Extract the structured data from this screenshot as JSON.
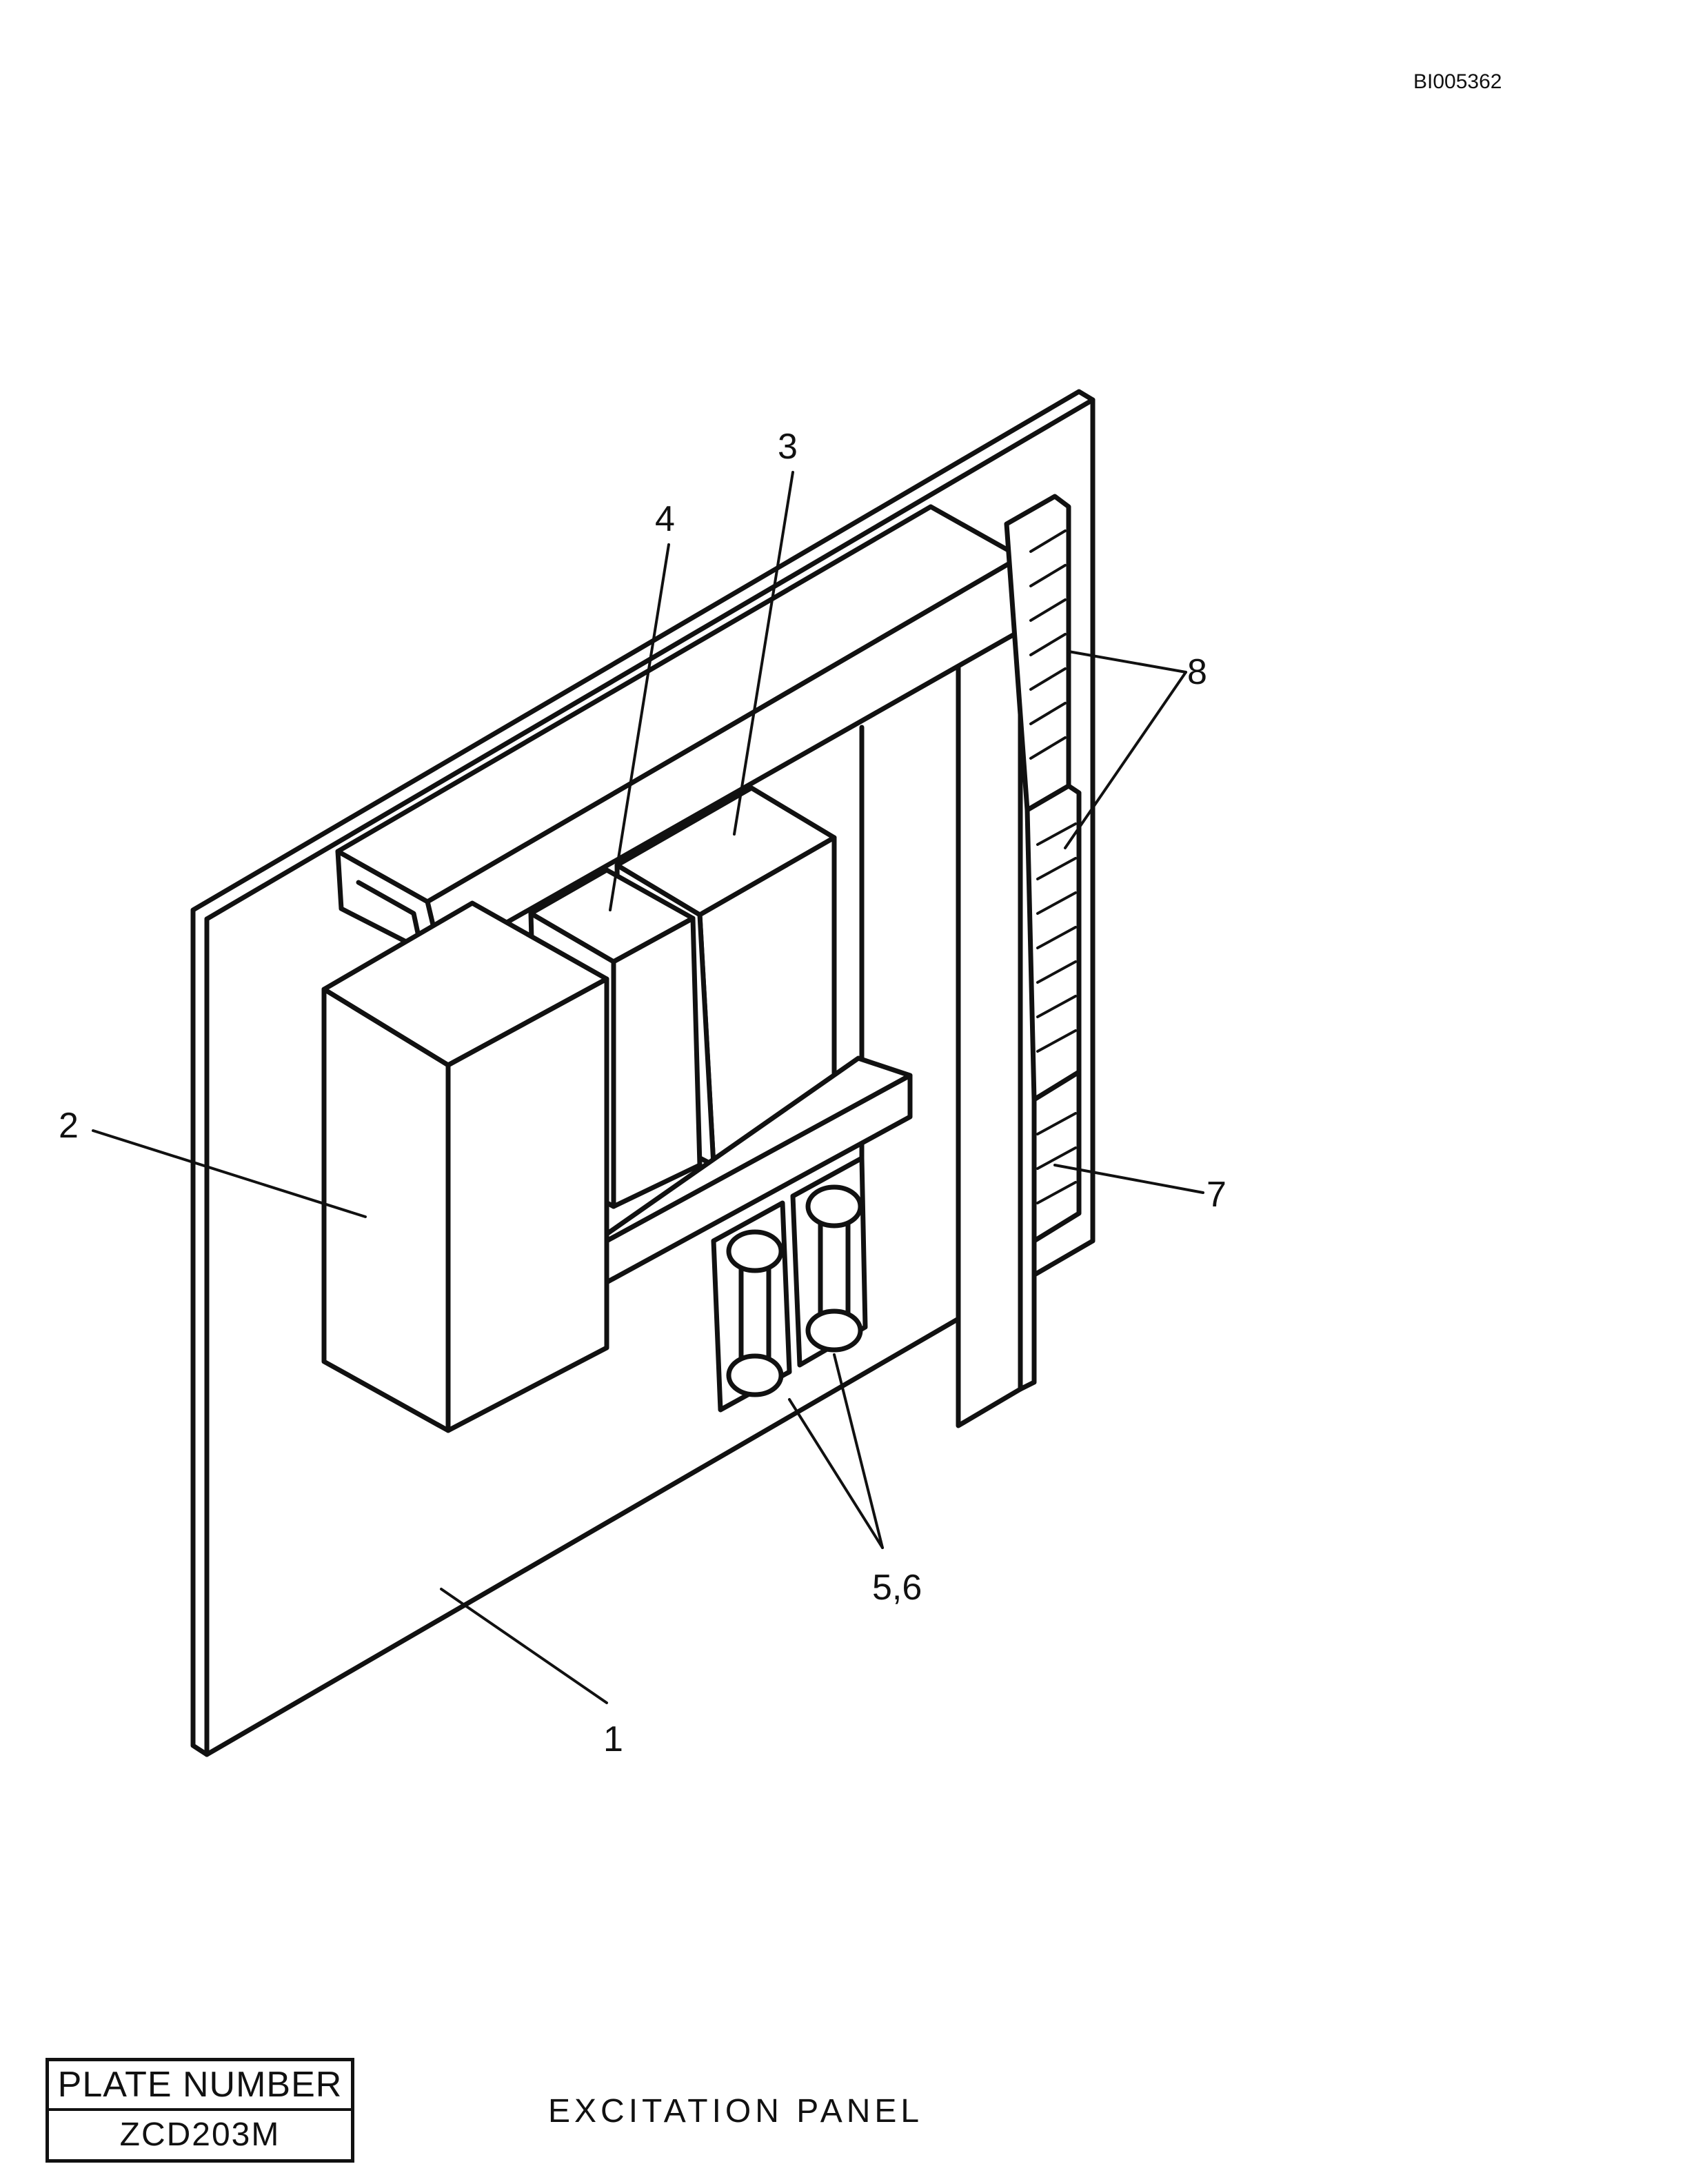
{
  "document": {
    "doc_id": "BI005362"
  },
  "plate": {
    "label": "PLATE NUMBER",
    "value": "ZCD203M"
  },
  "title": "EXCITATION PANEL",
  "callouts": {
    "c1": "1",
    "c2": "2",
    "c3": "3",
    "c4": "4",
    "c56": "5,6",
    "c7": "7",
    "c8": "8"
  }
}
